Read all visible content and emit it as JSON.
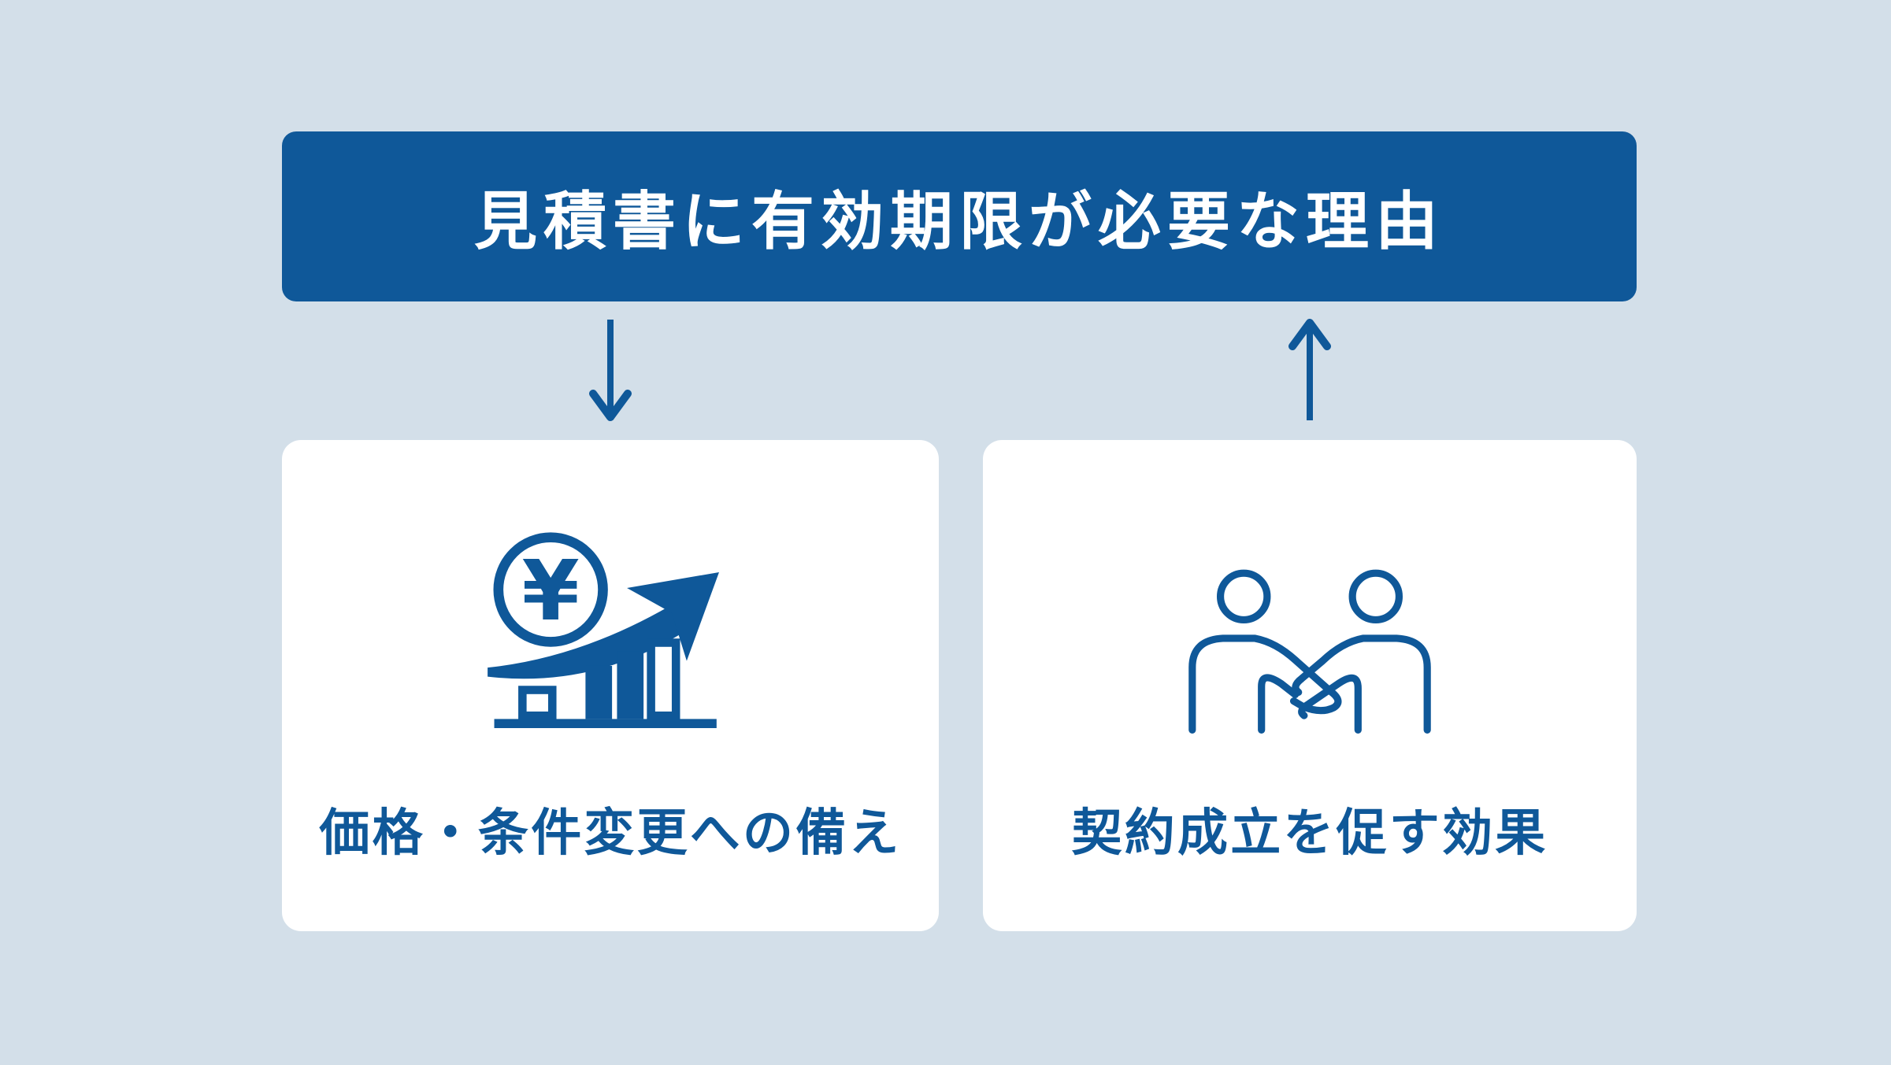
{
  "colors": {
    "background": "#d3dfe9",
    "primary_blue": "#0f5899",
    "card_bg": "#ffffff",
    "title_text": "#ffffff"
  },
  "header": {
    "title": "見積書に有効期限が必要な理由"
  },
  "cards": [
    {
      "label": "価格・条件変更への備え",
      "icon": "yen-growth-chart-icon",
      "connector": "arrow-down"
    },
    {
      "label": "契約成立を促す効果",
      "icon": "handshake-icon",
      "connector": "arrow-up"
    }
  ],
  "icons": {
    "yen_symbol": "¥"
  }
}
